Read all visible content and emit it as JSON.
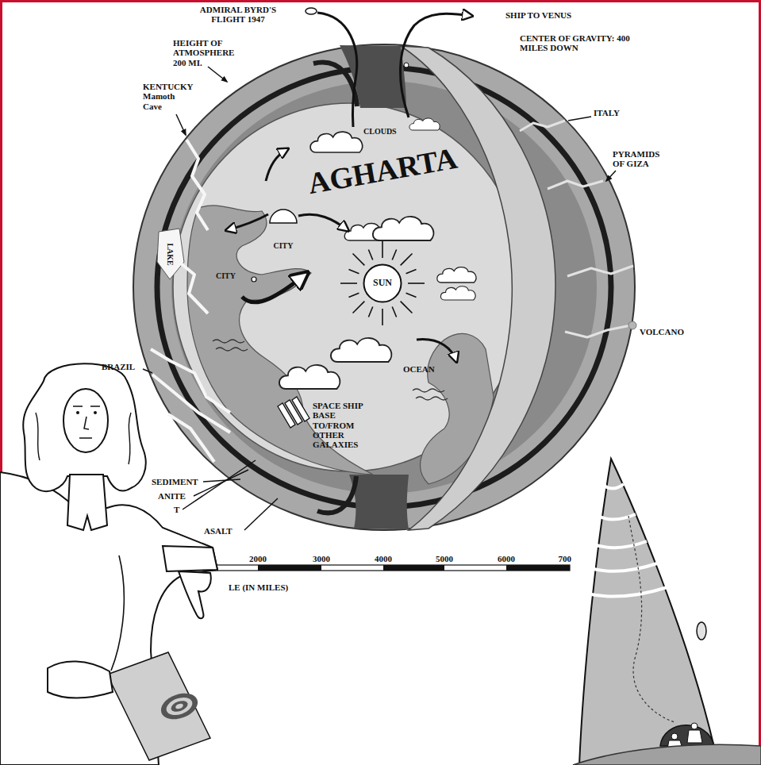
{
  "diagram": {
    "nodes": [
      {
        "text": [
          "SUN"
        ]
      }
    ],
    "labels": [
      "ADMIRAL BYRD'S FLIGHT 1947",
      "SHIP TO VENUS",
      "HEIGHT OF ATMOSPHERE 200 MI.",
      "CENTER OF GRAVITY: 400 MILES DOWN",
      "KENTUCKY Mamoth Cave",
      "CLOUDS",
      "AGHARTA",
      "ITALY",
      "PYRAMIDS OF GIZA",
      "LAKE",
      "CITY",
      "CITY",
      "VOLCANO",
      "BRAZIL",
      "OCEAN",
      "SPACE SHIP BASE TO/FROM OTHER GALAXIES",
      "SEDIMENT",
      "ANITE",
      "T",
      "ASALT",
      "2000",
      "3000",
      "4000",
      "5000",
      "6000",
      "700",
      "LE (IN MILES)"
    ]
  }
}
